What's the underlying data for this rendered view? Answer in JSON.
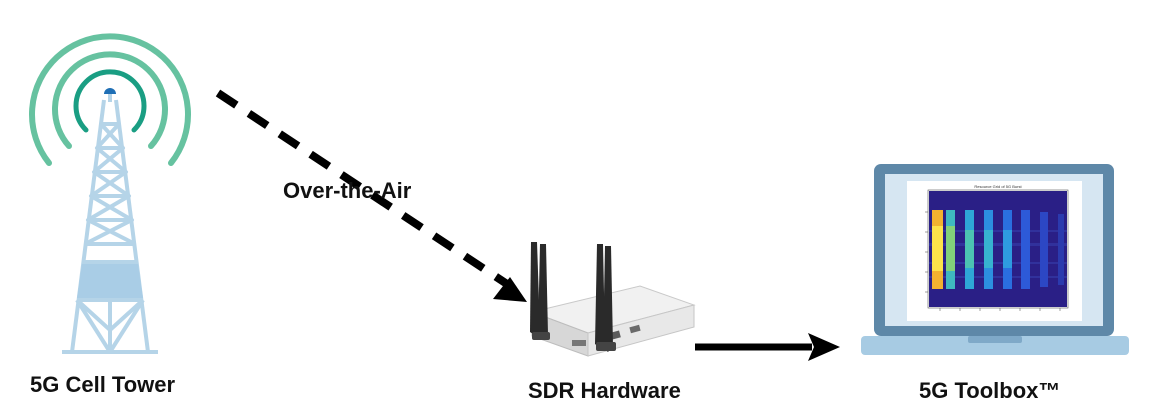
{
  "labels": {
    "tower": "5G Cell Tower",
    "ota": "Over-the-Air",
    "sdr": "SDR Hardware",
    "toolbox": "5G Toolbox™"
  },
  "icons": {
    "tower": "cell-tower-icon",
    "sdr": "sdr-device-icon",
    "laptop": "laptop-icon"
  },
  "colors": {
    "signal_ring_light": "#66c2a0",
    "signal_ring_dark": "#1a9e83",
    "tower_frame": "#b5d4e8",
    "tower_panel": "#a9cde6",
    "laptop_frame": "#5e88a8",
    "laptop_base": "#a7cbe3",
    "arrow": "#000000"
  }
}
